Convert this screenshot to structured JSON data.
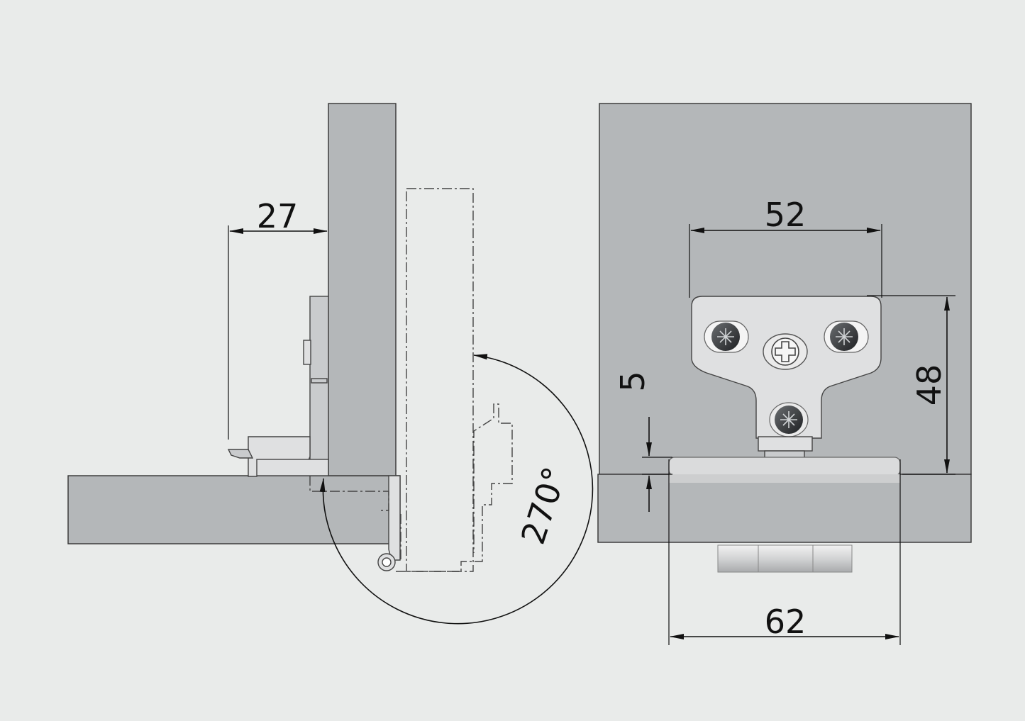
{
  "side_view": {
    "dim_depth": "27",
    "dim_angle": "270°"
  },
  "front_view": {
    "dim_hole_spacing": "52",
    "dim_height": "48",
    "dim_offset": "5",
    "dim_width": "62"
  },
  "colors": {
    "background": "#e9ebea",
    "panel": "#b4b7b9",
    "metal": "#dfe0e1",
    "line": "#111111"
  }
}
